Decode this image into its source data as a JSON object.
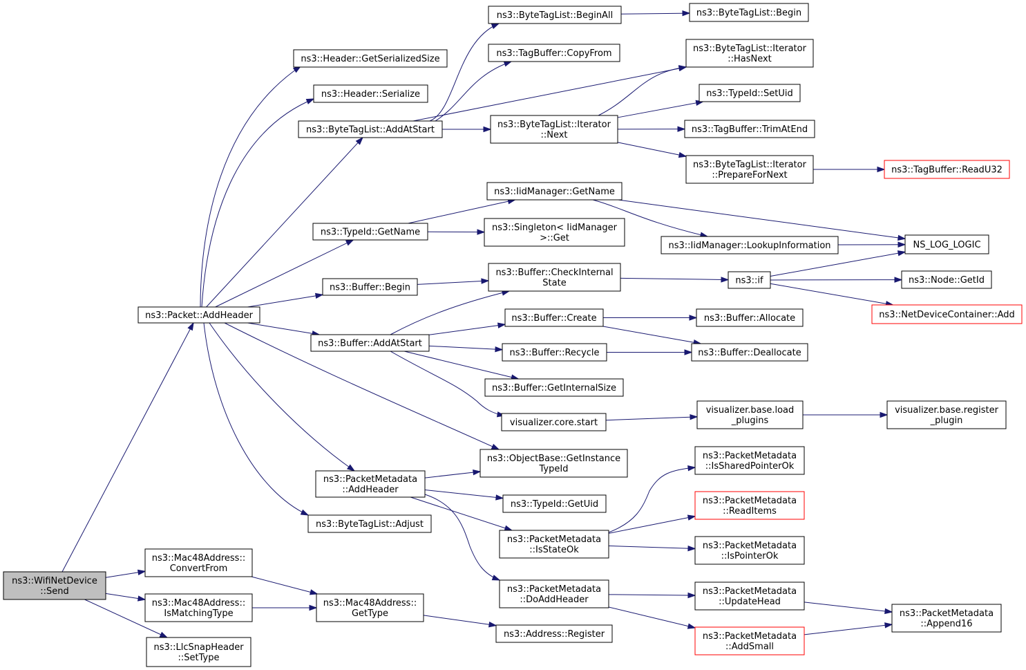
{
  "colors": {
    "edge": "#191970",
    "node_border": "#000000",
    "node_border_truncated": "#ff0000",
    "node_fill": "#ffffff",
    "root_fill": "#bfbfbf"
  },
  "nodes": [
    {
      "id": "wifi_send",
      "lines": [
        "ns3::WifiNetDevice",
        "::Send"
      ],
      "root": true
    },
    {
      "id": "packet_addheader",
      "lines": [
        "ns3::Packet::AddHeader"
      ]
    },
    {
      "id": "mac48_convertfrom",
      "lines": [
        "ns3::Mac48Address::",
        "ConvertFrom"
      ]
    },
    {
      "id": "mac48_ismatchingtype",
      "lines": [
        "ns3::Mac48Address::",
        "IsMatchingType"
      ]
    },
    {
      "id": "llcsnap_settype",
      "lines": [
        "ns3::LlcSnapHeader",
        "::SetType"
      ]
    },
    {
      "id": "header_getserializedsize",
      "lines": [
        "ns3::Header::GetSerializedSize"
      ]
    },
    {
      "id": "header_serialize",
      "lines": [
        "ns3::Header::Serialize"
      ]
    },
    {
      "id": "btl_addatstart",
      "lines": [
        "ns3::ByteTagList::AddAtStart"
      ]
    },
    {
      "id": "typeid_getname",
      "lines": [
        "ns3::TypeId::GetName"
      ]
    },
    {
      "id": "buffer_begin",
      "lines": [
        "ns3::Buffer::Begin"
      ]
    },
    {
      "id": "buffer_addatstart",
      "lines": [
        "ns3::Buffer::AddAtStart"
      ]
    },
    {
      "id": "pm_addheader",
      "lines": [
        "ns3::PacketMetadata",
        "::AddHeader"
      ]
    },
    {
      "id": "btl_adjust",
      "lines": [
        "ns3::ByteTagList::Adjust"
      ]
    },
    {
      "id": "mac48_gettype",
      "lines": [
        "ns3::Mac48Address::",
        "GetType"
      ]
    },
    {
      "id": "btl_beginall",
      "lines": [
        "ns3::ByteTagList::BeginAll"
      ]
    },
    {
      "id": "tagbuffer_copyfrom",
      "lines": [
        "ns3::TagBuffer::CopyFrom"
      ]
    },
    {
      "id": "btl_iter_next",
      "lines": [
        "ns3::ByteTagList::Iterator",
        "::Next"
      ]
    },
    {
      "id": "iidmanager_getname",
      "lines": [
        "ns3::IidManager::GetName"
      ]
    },
    {
      "id": "singleton_get",
      "lines": [
        "ns3::Singleton< IidManager",
        ">::Get"
      ]
    },
    {
      "id": "buffer_checkinternalstate",
      "lines": [
        "ns3::Buffer::CheckInternal",
        "State"
      ]
    },
    {
      "id": "buffer_create",
      "lines": [
        "ns3::Buffer::Create"
      ]
    },
    {
      "id": "buffer_recycle",
      "lines": [
        "ns3::Buffer::Recycle"
      ]
    },
    {
      "id": "buffer_getinternalsize",
      "lines": [
        "ns3::Buffer::GetInternalSize"
      ]
    },
    {
      "id": "vis_core_start",
      "lines": [
        "visualizer.core.start"
      ]
    },
    {
      "id": "objectbase_getinstancetypeid",
      "lines": [
        "ns3::ObjectBase::GetInstance",
        "TypeId"
      ]
    },
    {
      "id": "typeid_getuid",
      "lines": [
        "ns3::TypeId::GetUid"
      ]
    },
    {
      "id": "pm_isstateok",
      "lines": [
        "ns3::PacketMetadata",
        "::IsStateOk"
      ]
    },
    {
      "id": "pm_doaddheader",
      "lines": [
        "ns3::PacketMetadata",
        "::DoAddHeader"
      ]
    },
    {
      "id": "address_register",
      "lines": [
        "ns3::Address::Register"
      ]
    },
    {
      "id": "btl_begin",
      "lines": [
        "ns3::ByteTagList::Begin"
      ]
    },
    {
      "id": "btl_iter_hasnext",
      "lines": [
        "ns3::ByteTagList::Iterator",
        "::HasNext"
      ]
    },
    {
      "id": "typeid_setuid",
      "lines": [
        "ns3::TypeId::SetUid"
      ]
    },
    {
      "id": "tagbuffer_trimatend",
      "lines": [
        "ns3::TagBuffer::TrimAtEnd"
      ]
    },
    {
      "id": "btl_iter_prepare",
      "lines": [
        "ns3::ByteTagList::Iterator",
        "::PrepareForNext"
      ]
    },
    {
      "id": "iidmanager_lookup",
      "lines": [
        "ns3::IidManager::LookupInformation"
      ]
    },
    {
      "id": "ns3_if",
      "lines": [
        "ns3::if"
      ]
    },
    {
      "id": "buffer_allocate",
      "lines": [
        "ns3::Buffer::Allocate"
      ]
    },
    {
      "id": "buffer_deallocate",
      "lines": [
        "ns3::Buffer::Deallocate"
      ]
    },
    {
      "id": "vis_base_loadplugins",
      "lines": [
        "visualizer.base.load",
        "_plugins"
      ]
    },
    {
      "id": "pm_issharedpointerok",
      "lines": [
        "ns3::PacketMetadata",
        "::IsSharedPointerOk"
      ]
    },
    {
      "id": "pm_readitems",
      "lines": [
        "ns3::PacketMetadata",
        "::ReadItems"
      ],
      "truncated": true
    },
    {
      "id": "pm_ispointerok",
      "lines": [
        "ns3::PacketMetadata",
        "::IsPointerOk"
      ]
    },
    {
      "id": "pm_updatehead",
      "lines": [
        "ns3::PacketMetadata",
        "::UpdateHead"
      ]
    },
    {
      "id": "pm_addsmall",
      "lines": [
        "ns3::PacketMetadata",
        "::AddSmall"
      ],
      "truncated": true
    },
    {
      "id": "tagbuffer_readu32",
      "lines": [
        "ns3::TagBuffer::ReadU32"
      ],
      "truncated": true
    },
    {
      "id": "ns_log_logic",
      "lines": [
        "NS_LOG_LOGIC"
      ]
    },
    {
      "id": "node_getid",
      "lines": [
        "ns3::Node::GetId"
      ]
    },
    {
      "id": "netdevicecontainer_add",
      "lines": [
        "ns3::NetDeviceContainer::Add"
      ],
      "truncated": true
    },
    {
      "id": "vis_base_registerplugin",
      "lines": [
        "visualizer.base.register",
        "_plugin"
      ]
    },
    {
      "id": "pm_append16",
      "lines": [
        "ns3::PacketMetadata",
        "::Append16"
      ]
    }
  ],
  "edges": [
    {
      "from": "wifi_send",
      "to": "packet_addheader"
    },
    {
      "from": "wifi_send",
      "to": "mac48_convertfrom"
    },
    {
      "from": "wifi_send",
      "to": "mac48_ismatchingtype"
    },
    {
      "from": "wifi_send",
      "to": "llcsnap_settype"
    },
    {
      "from": "packet_addheader",
      "to": "header_getserializedsize"
    },
    {
      "from": "packet_addheader",
      "to": "header_serialize"
    },
    {
      "from": "packet_addheader",
      "to": "btl_addatstart"
    },
    {
      "from": "packet_addheader",
      "to": "typeid_getname"
    },
    {
      "from": "packet_addheader",
      "to": "buffer_begin"
    },
    {
      "from": "packet_addheader",
      "to": "buffer_addatstart"
    },
    {
      "from": "packet_addheader",
      "to": "objectbase_getinstancetypeid"
    },
    {
      "from": "packet_addheader",
      "to": "pm_addheader"
    },
    {
      "from": "packet_addheader",
      "to": "btl_adjust"
    },
    {
      "from": "btl_addatstart",
      "to": "btl_beginall"
    },
    {
      "from": "btl_addatstart",
      "to": "tagbuffer_copyfrom"
    },
    {
      "from": "btl_addatstart",
      "to": "btl_iter_hasnext"
    },
    {
      "from": "btl_addatstart",
      "to": "btl_iter_next"
    },
    {
      "from": "btl_beginall",
      "to": "btl_begin"
    },
    {
      "from": "btl_iter_next",
      "to": "btl_iter_hasnext"
    },
    {
      "from": "btl_iter_next",
      "to": "typeid_setuid"
    },
    {
      "from": "btl_iter_next",
      "to": "tagbuffer_trimatend"
    },
    {
      "from": "btl_iter_next",
      "to": "btl_iter_prepare"
    },
    {
      "from": "btl_iter_prepare",
      "to": "tagbuffer_readu32"
    },
    {
      "from": "typeid_getname",
      "to": "iidmanager_getname"
    },
    {
      "from": "typeid_getname",
      "to": "singleton_get"
    },
    {
      "from": "iidmanager_getname",
      "to": "iidmanager_lookup"
    },
    {
      "from": "iidmanager_getname",
      "to": "ns_log_logic"
    },
    {
      "from": "iidmanager_lookup",
      "to": "ns_log_logic"
    },
    {
      "from": "buffer_begin",
      "to": "buffer_checkinternalstate"
    },
    {
      "from": "buffer_addatstart",
      "to": "buffer_checkinternalstate"
    },
    {
      "from": "buffer_addatstart",
      "to": "buffer_create"
    },
    {
      "from": "buffer_addatstart",
      "to": "buffer_recycle"
    },
    {
      "from": "buffer_addatstart",
      "to": "buffer_getinternalsize"
    },
    {
      "from": "buffer_addatstart",
      "to": "vis_core_start"
    },
    {
      "from": "buffer_checkinternalstate",
      "to": "ns3_if"
    },
    {
      "from": "ns3_if",
      "to": "ns_log_logic"
    },
    {
      "from": "ns3_if",
      "to": "node_getid"
    },
    {
      "from": "ns3_if",
      "to": "netdevicecontainer_add"
    },
    {
      "from": "buffer_create",
      "to": "buffer_allocate"
    },
    {
      "from": "buffer_create",
      "to": "buffer_deallocate"
    },
    {
      "from": "buffer_recycle",
      "to": "buffer_deallocate"
    },
    {
      "from": "vis_core_start",
      "to": "vis_base_loadplugins"
    },
    {
      "from": "vis_base_loadplugins",
      "to": "vis_base_registerplugin"
    },
    {
      "from": "pm_addheader",
      "to": "objectbase_getinstancetypeid"
    },
    {
      "from": "pm_addheader",
      "to": "typeid_getuid"
    },
    {
      "from": "pm_addheader",
      "to": "pm_isstateok"
    },
    {
      "from": "pm_addheader",
      "to": "pm_doaddheader"
    },
    {
      "from": "pm_isstateok",
      "to": "pm_issharedpointerok"
    },
    {
      "from": "pm_isstateok",
      "to": "pm_readitems"
    },
    {
      "from": "pm_isstateok",
      "to": "pm_ispointerok"
    },
    {
      "from": "pm_doaddheader",
      "to": "pm_updatehead"
    },
    {
      "from": "pm_doaddheader",
      "to": "pm_addsmall"
    },
    {
      "from": "pm_updatehead",
      "to": "pm_append16"
    },
    {
      "from": "pm_addsmall",
      "to": "pm_append16"
    },
    {
      "from": "mac48_convertfrom",
      "to": "mac48_gettype"
    },
    {
      "from": "mac48_ismatchingtype",
      "to": "mac48_gettype"
    },
    {
      "from": "mac48_gettype",
      "to": "address_register"
    }
  ]
}
